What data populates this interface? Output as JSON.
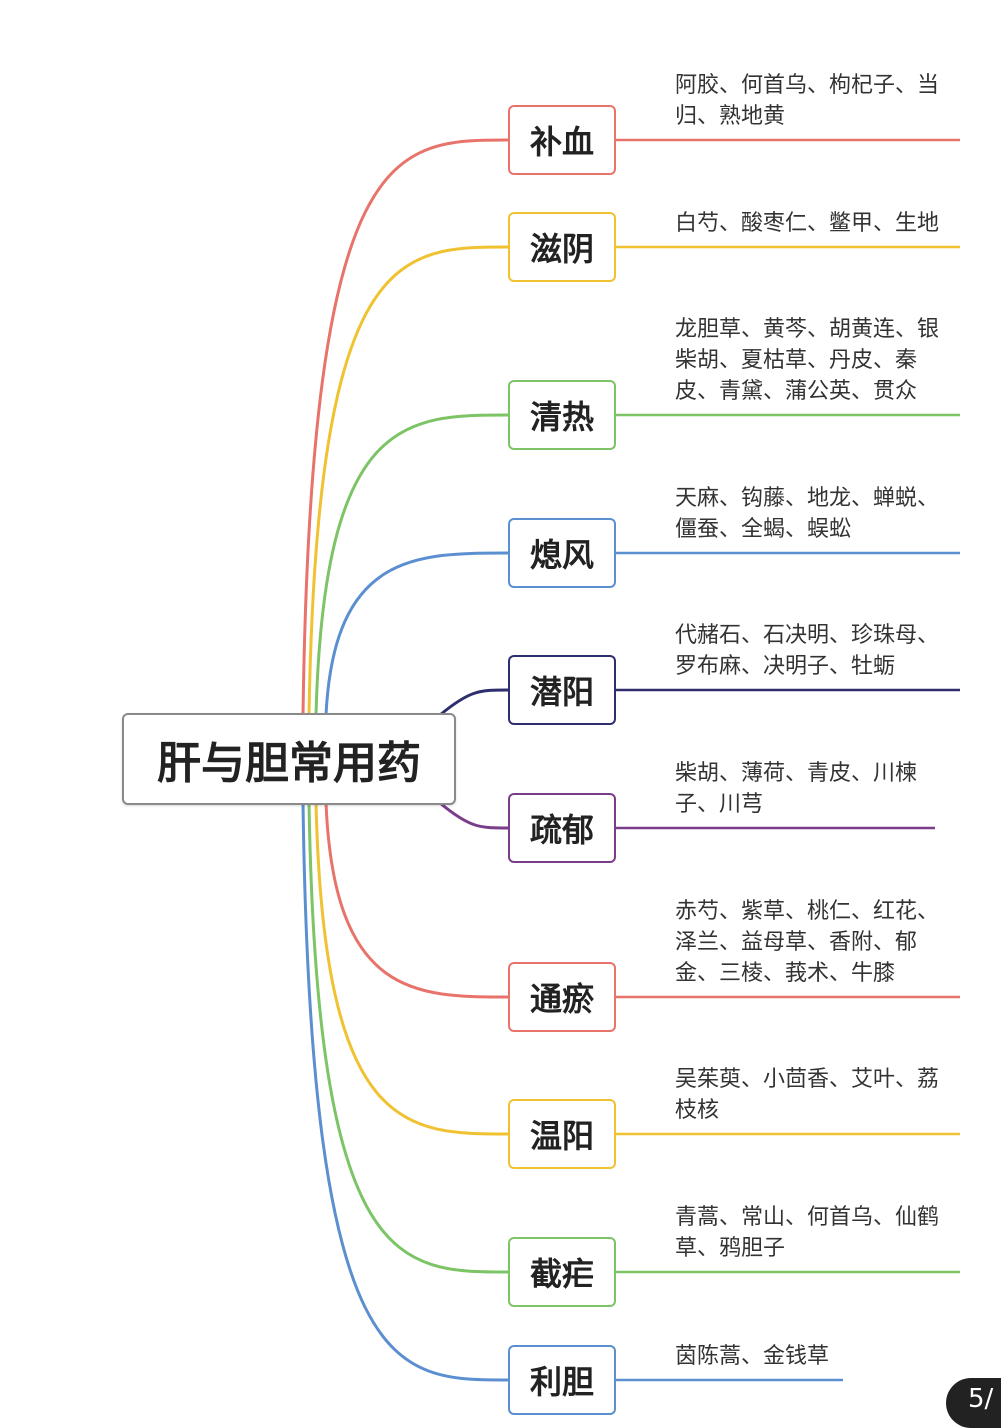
{
  "root": {
    "label": "肝与胆常用药"
  },
  "branches": [
    {
      "label": "补血",
      "items": "阿胶、何首乌、枸杞子、当归、熟地黄",
      "color": "#e8736b"
    },
    {
      "label": "滋阴",
      "items": "白芍、酸枣仁、鳖甲、生地",
      "color": "#f0c232"
    },
    {
      "label": "清热",
      "items": "龙胆草、黄芩、胡黄连、银柴胡、夏枯草、丹皮、秦皮、青黛、蒲公英、贯众",
      "color": "#7cc466"
    },
    {
      "label": "熄风",
      "items": "天麻、钩藤、地龙、蝉蜕、僵蚕、全蝎、蜈蚣",
      "color": "#5b8fd0"
    },
    {
      "label": "潜阳",
      "items": "代赭石、石决明、珍珠母、罗布麻、决明子、牡蛎",
      "color": "#2e2e6e"
    },
    {
      "label": "疏郁",
      "items": "柴胡、薄荷、青皮、川楝子、川芎",
      "color": "#7a3d8a"
    },
    {
      "label": "通瘀",
      "items": "赤芍、紫草、桃仁、红花、泽兰、益母草、香附、郁金、三棱、莪术、牛膝",
      "color": "#e8736b"
    },
    {
      "label": "温阳",
      "items": "吴茱萸、小茴香、艾叶、荔枝核",
      "color": "#f0c232"
    },
    {
      "label": "截疟",
      "items": "青蒿、常山、何首乌、仙鹤草、鸦胆子",
      "color": "#7cc466"
    },
    {
      "label": "利胆",
      "items": "茵陈蒿、金钱草",
      "color": "#5b8fd0"
    }
  ],
  "pager": {
    "label": "5/"
  }
}
